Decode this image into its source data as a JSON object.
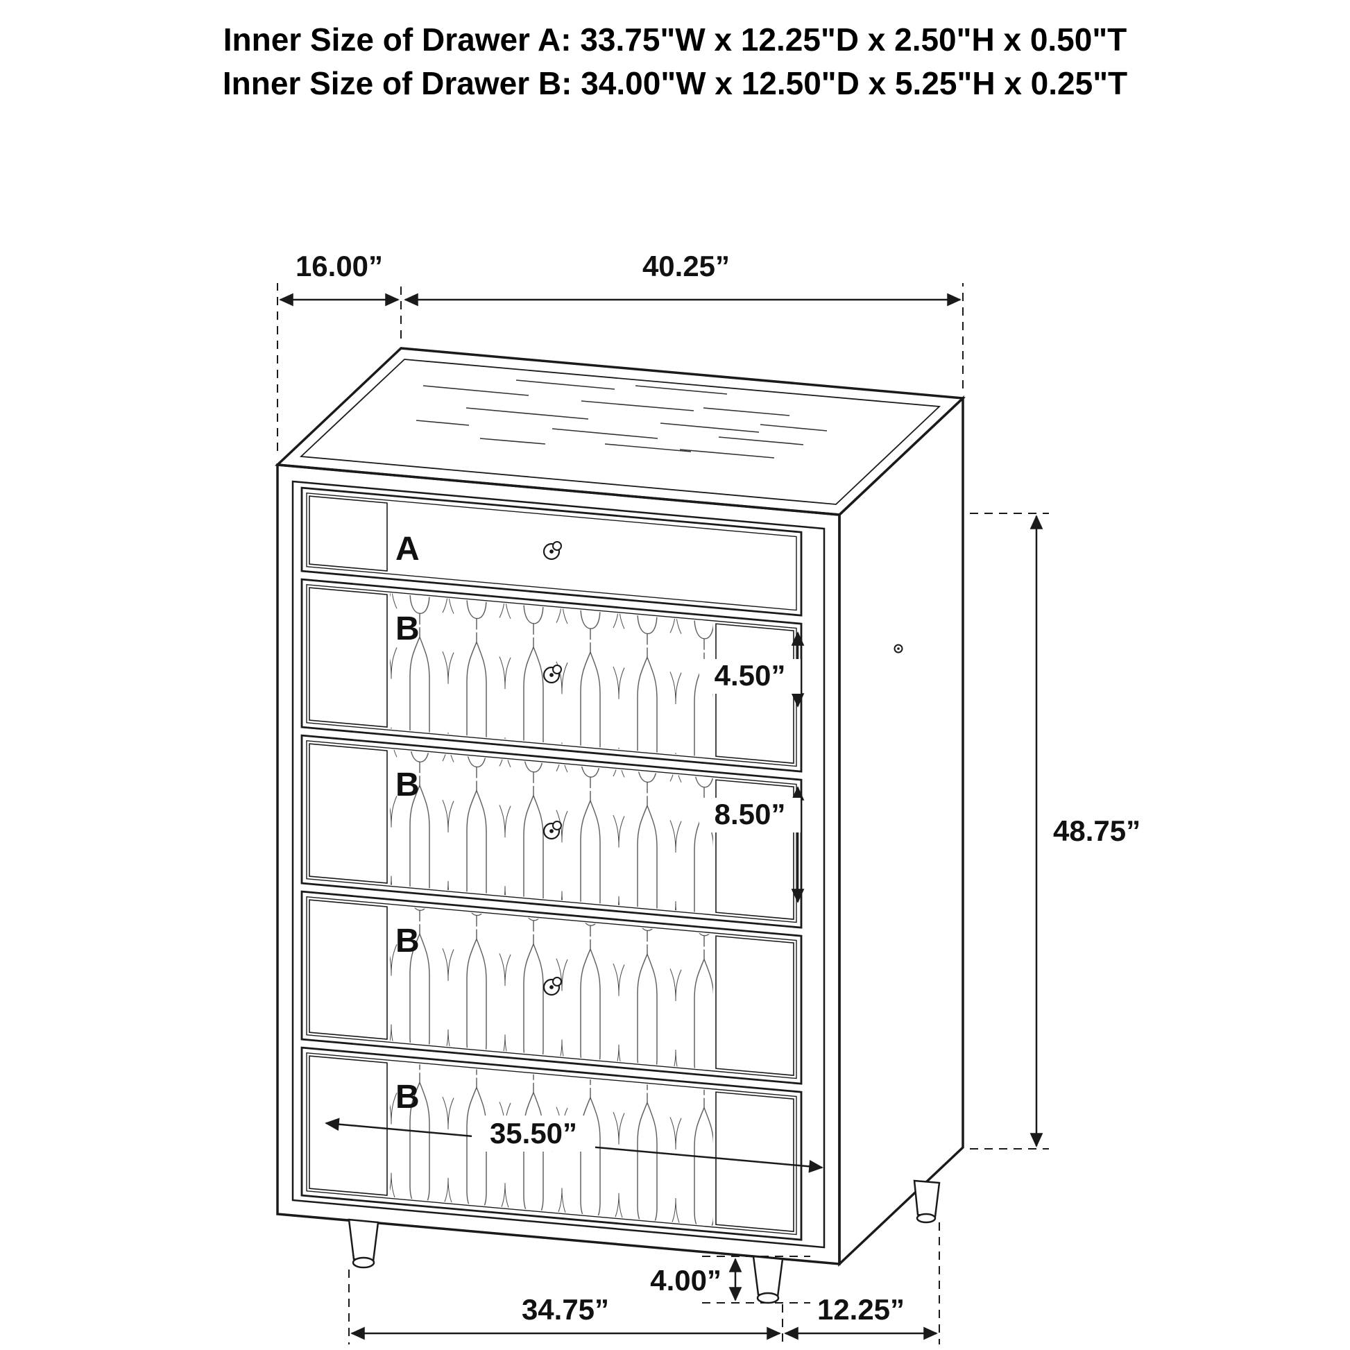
{
  "title": {
    "line1": "Inner Size of Drawer A: 33.75\"W x 12.25\"D x 2.50\"H x 0.50\"T",
    "line2": "Inner Size of Drawer B: 34.00\"W x 12.50\"D x 5.25\"H x 0.25\"T"
  },
  "dimensions": {
    "top_depth": "16.00”",
    "top_width": "40.25”",
    "drawer_a_front_height": "4.50”",
    "drawer_b_front_height": "8.50”",
    "overall_height": "48.75”",
    "drawer_inner_width": "35.50”",
    "leg_height": "4.00”",
    "base_width": "34.75”",
    "base_depth": "12.25”"
  },
  "drawer_labels": [
    "A",
    "B",
    "B",
    "B",
    "B"
  ],
  "colors": {
    "label_red": "#cc2127",
    "line": "#1a1a1a",
    "background": "#ffffff"
  }
}
